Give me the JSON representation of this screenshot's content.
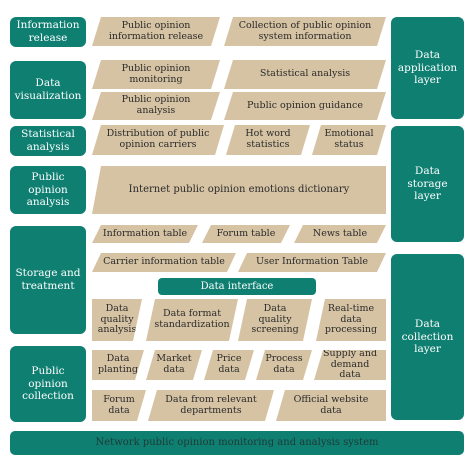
{
  "left_layers": [
    {
      "id": "info_release",
      "label": "Information\nrelease"
    },
    {
      "id": "data_vis",
      "label": "Data\nvisualization"
    },
    {
      "id": "stat",
      "label": "Statistical\nanalysis"
    },
    {
      "id": "poa",
      "label": "Public\nopinion\nanalysis"
    },
    {
      "id": "storage",
      "label": "Storage and\ntreatment"
    },
    {
      "id": "collection",
      "label": "Public\nopinion\ncollection"
    }
  ],
  "right_layers": [
    {
      "id": "app",
      "label": "Data\napplication\nlayer"
    },
    {
      "id": "storage_layer",
      "label": "Data\nstorage\nlayer"
    },
    {
      "id": "collection_layer",
      "label": "Data\ncollection\nlayer"
    }
  ],
  "boxes": {
    "pub_info_release": "Public opinion\ninformation release",
    "collection_sys_info": "Collection of public opinion\nsystem information",
    "po_monitoring": "Public opinion\nmonitoring",
    "statistical_analysis": "Statistical analysis",
    "po_analysis": "Public opinion\nanalysis",
    "po_guidance": "Public opinion guidance",
    "dist_carriers": "Distribution of public\nopinion carriers",
    "hot_word": "Hot word\nstatistics",
    "emotional": "Emotional\nstatus",
    "dictionary": "Internet public opinion emotions dictionary",
    "info_table": "Information table",
    "forum_table": "Forum table",
    "news_table": "News table",
    "carrier_table": "Carrier information table",
    "user_table": "User Information Table",
    "data_interface": "Data interface",
    "dq_analysis": "Data\nquality\nanalysis",
    "format_std": "Data format\nstandardization",
    "dq_screening": "Data quality\nscreening",
    "realtime": "Real-time\ndata\nprocessing",
    "planting": "Data\nplanting",
    "market": "Market\ndata",
    "price": "Price\ndata",
    "process": "Process\ndata",
    "supply": "Supply and\ndemand data",
    "forum_data": "Forum\ndata",
    "relevant_dept": "Data from relevant\ndepartments",
    "official_web": "Official website\ndata"
  },
  "footer": "Network public opinion monitoring and analysis system",
  "colors": {
    "teal": "#0f7f72",
    "tan": "#d6c3a3",
    "text_dark": "#2b2b2b",
    "text_light": "#ffffff"
  }
}
